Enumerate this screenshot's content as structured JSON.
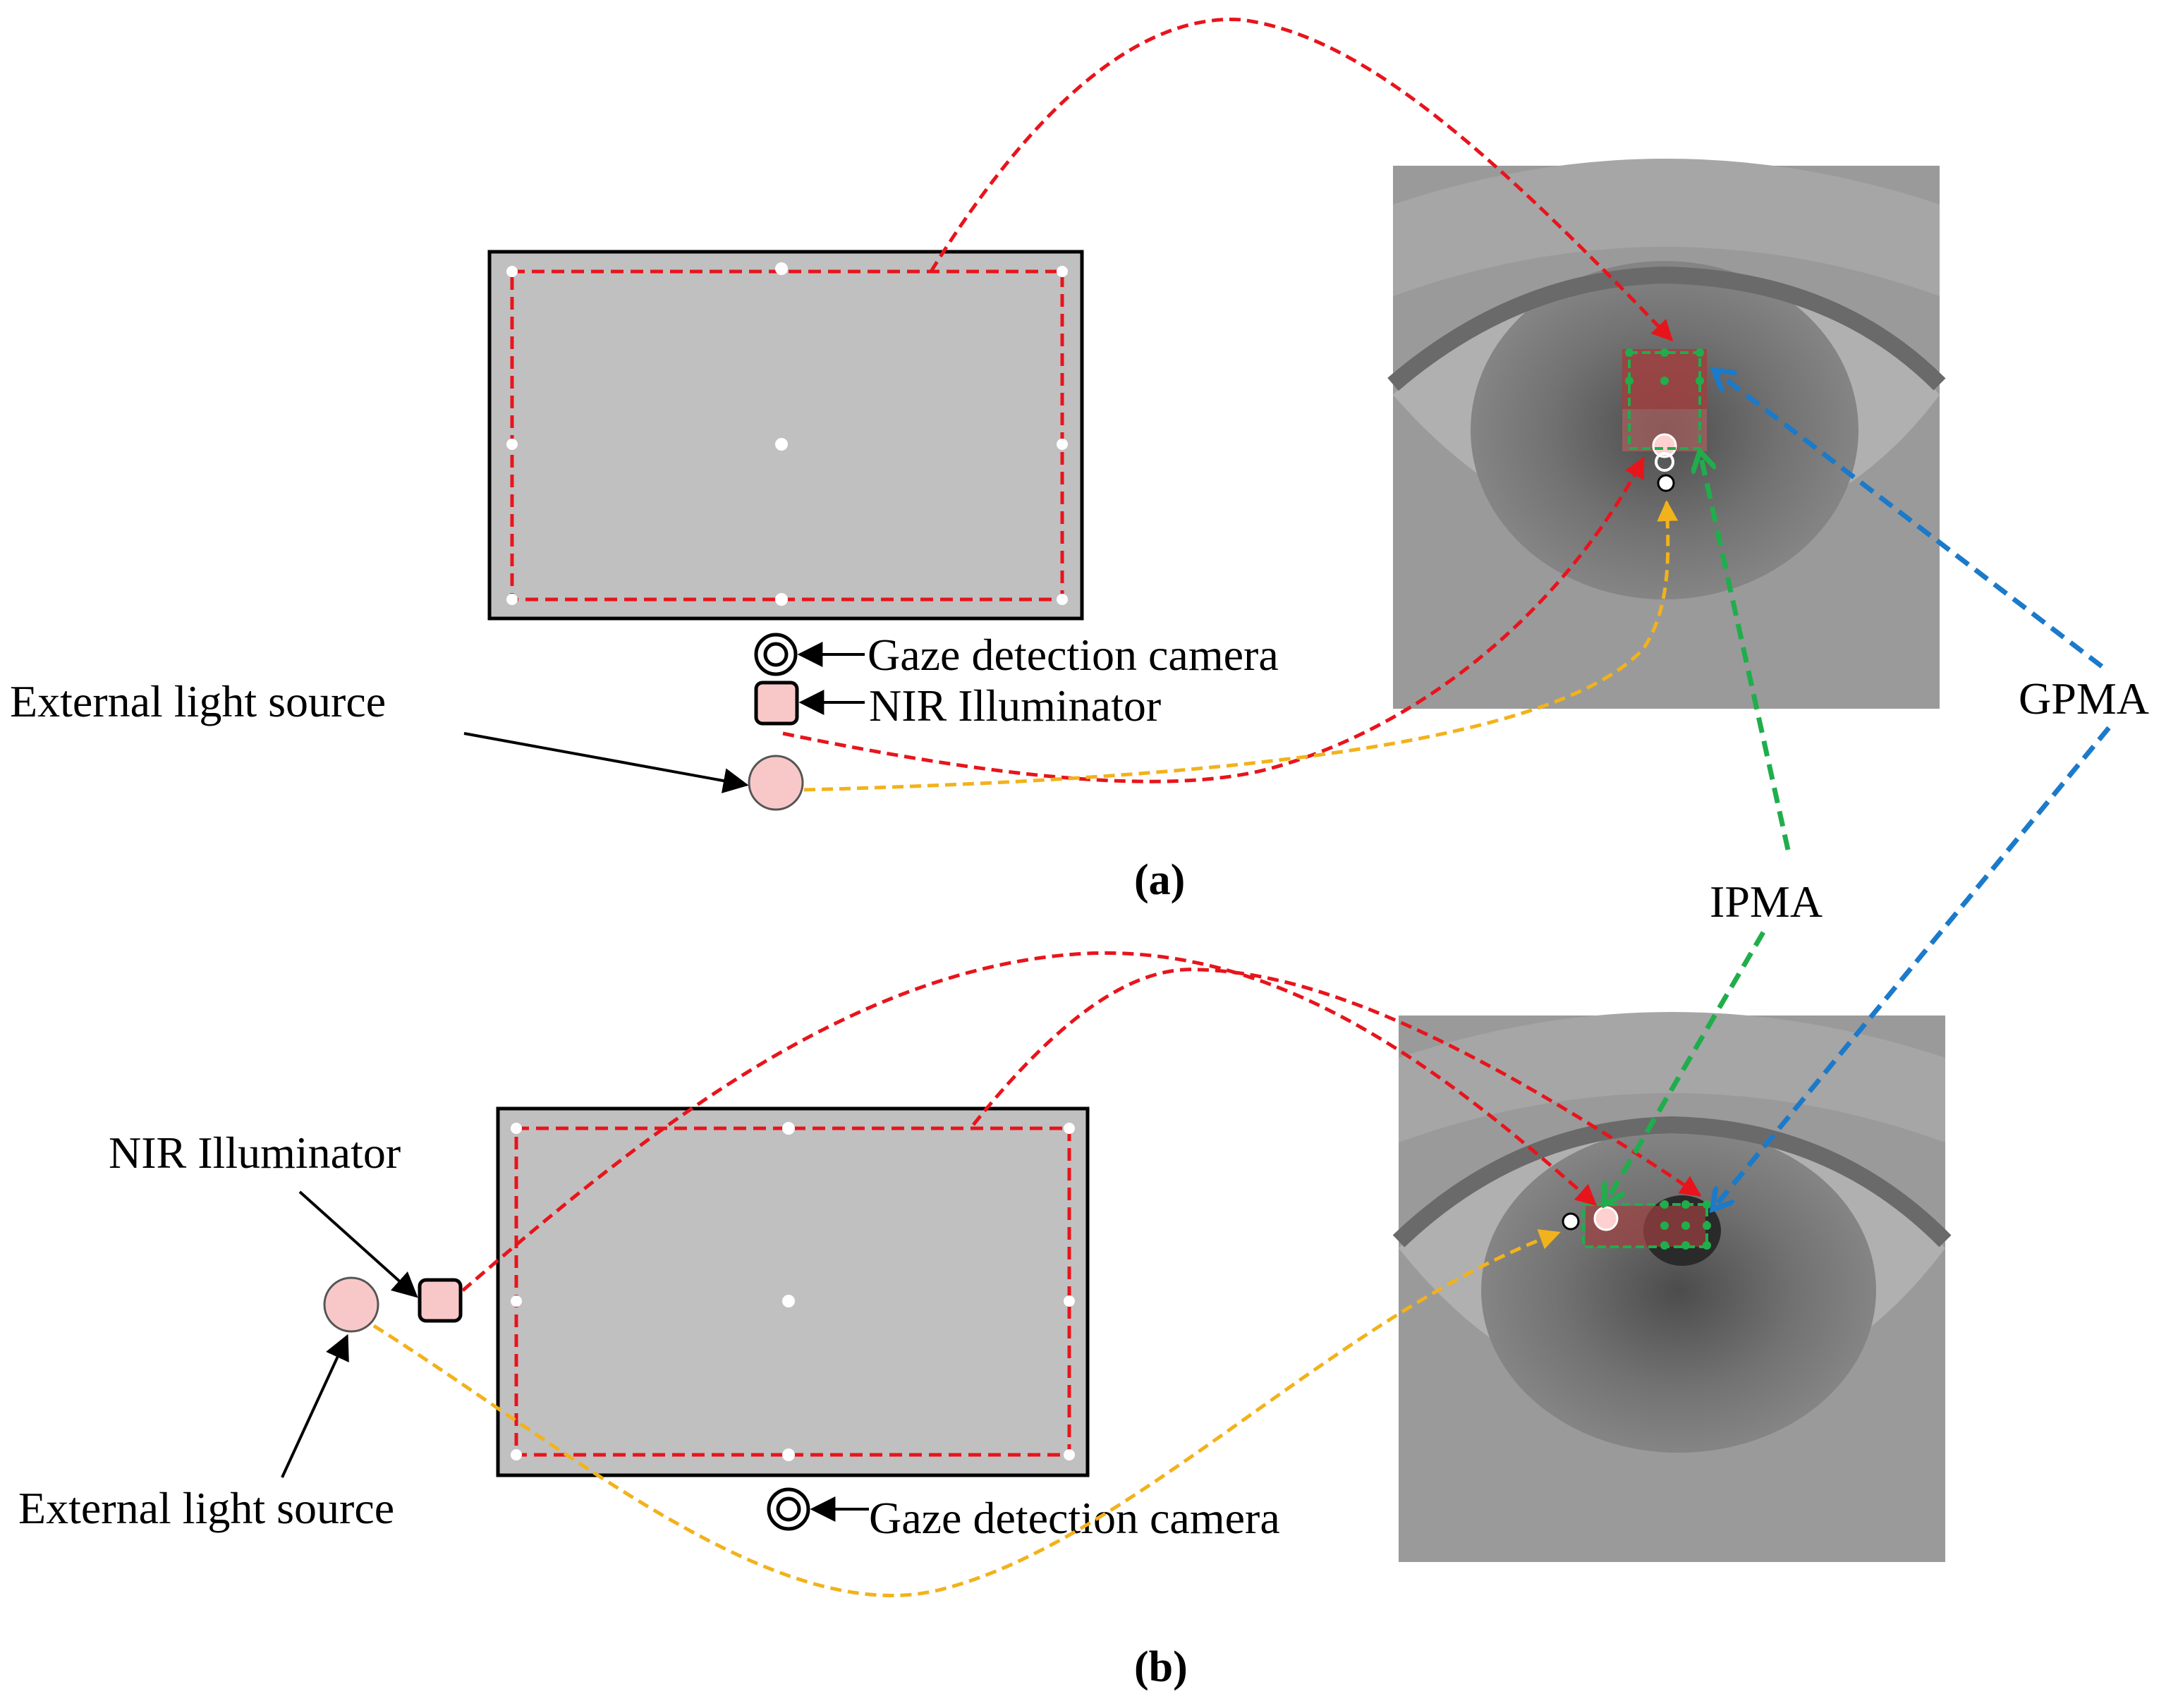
{
  "panel_a": {
    "caption": "(a)",
    "labels": {
      "camera": "Gaze detection camera",
      "nir": "NIR Illuminator",
      "external": "External light source"
    }
  },
  "panel_b": {
    "caption": "(b)",
    "labels": {
      "camera": "Gaze detection camera",
      "nir": "NIR Illuminator",
      "external": "External light source"
    }
  },
  "shared_labels": {
    "gpma": "GPMA",
    "ipma": "IPMA"
  },
  "colors": {
    "red_path": "#e8141c",
    "yellow_path": "#f2b21b",
    "green_path": "#1fae4b",
    "blue_path": "#1b7ac9",
    "screen_fill": "#c0c0c0",
    "device_fill": "#f8c8c8"
  }
}
